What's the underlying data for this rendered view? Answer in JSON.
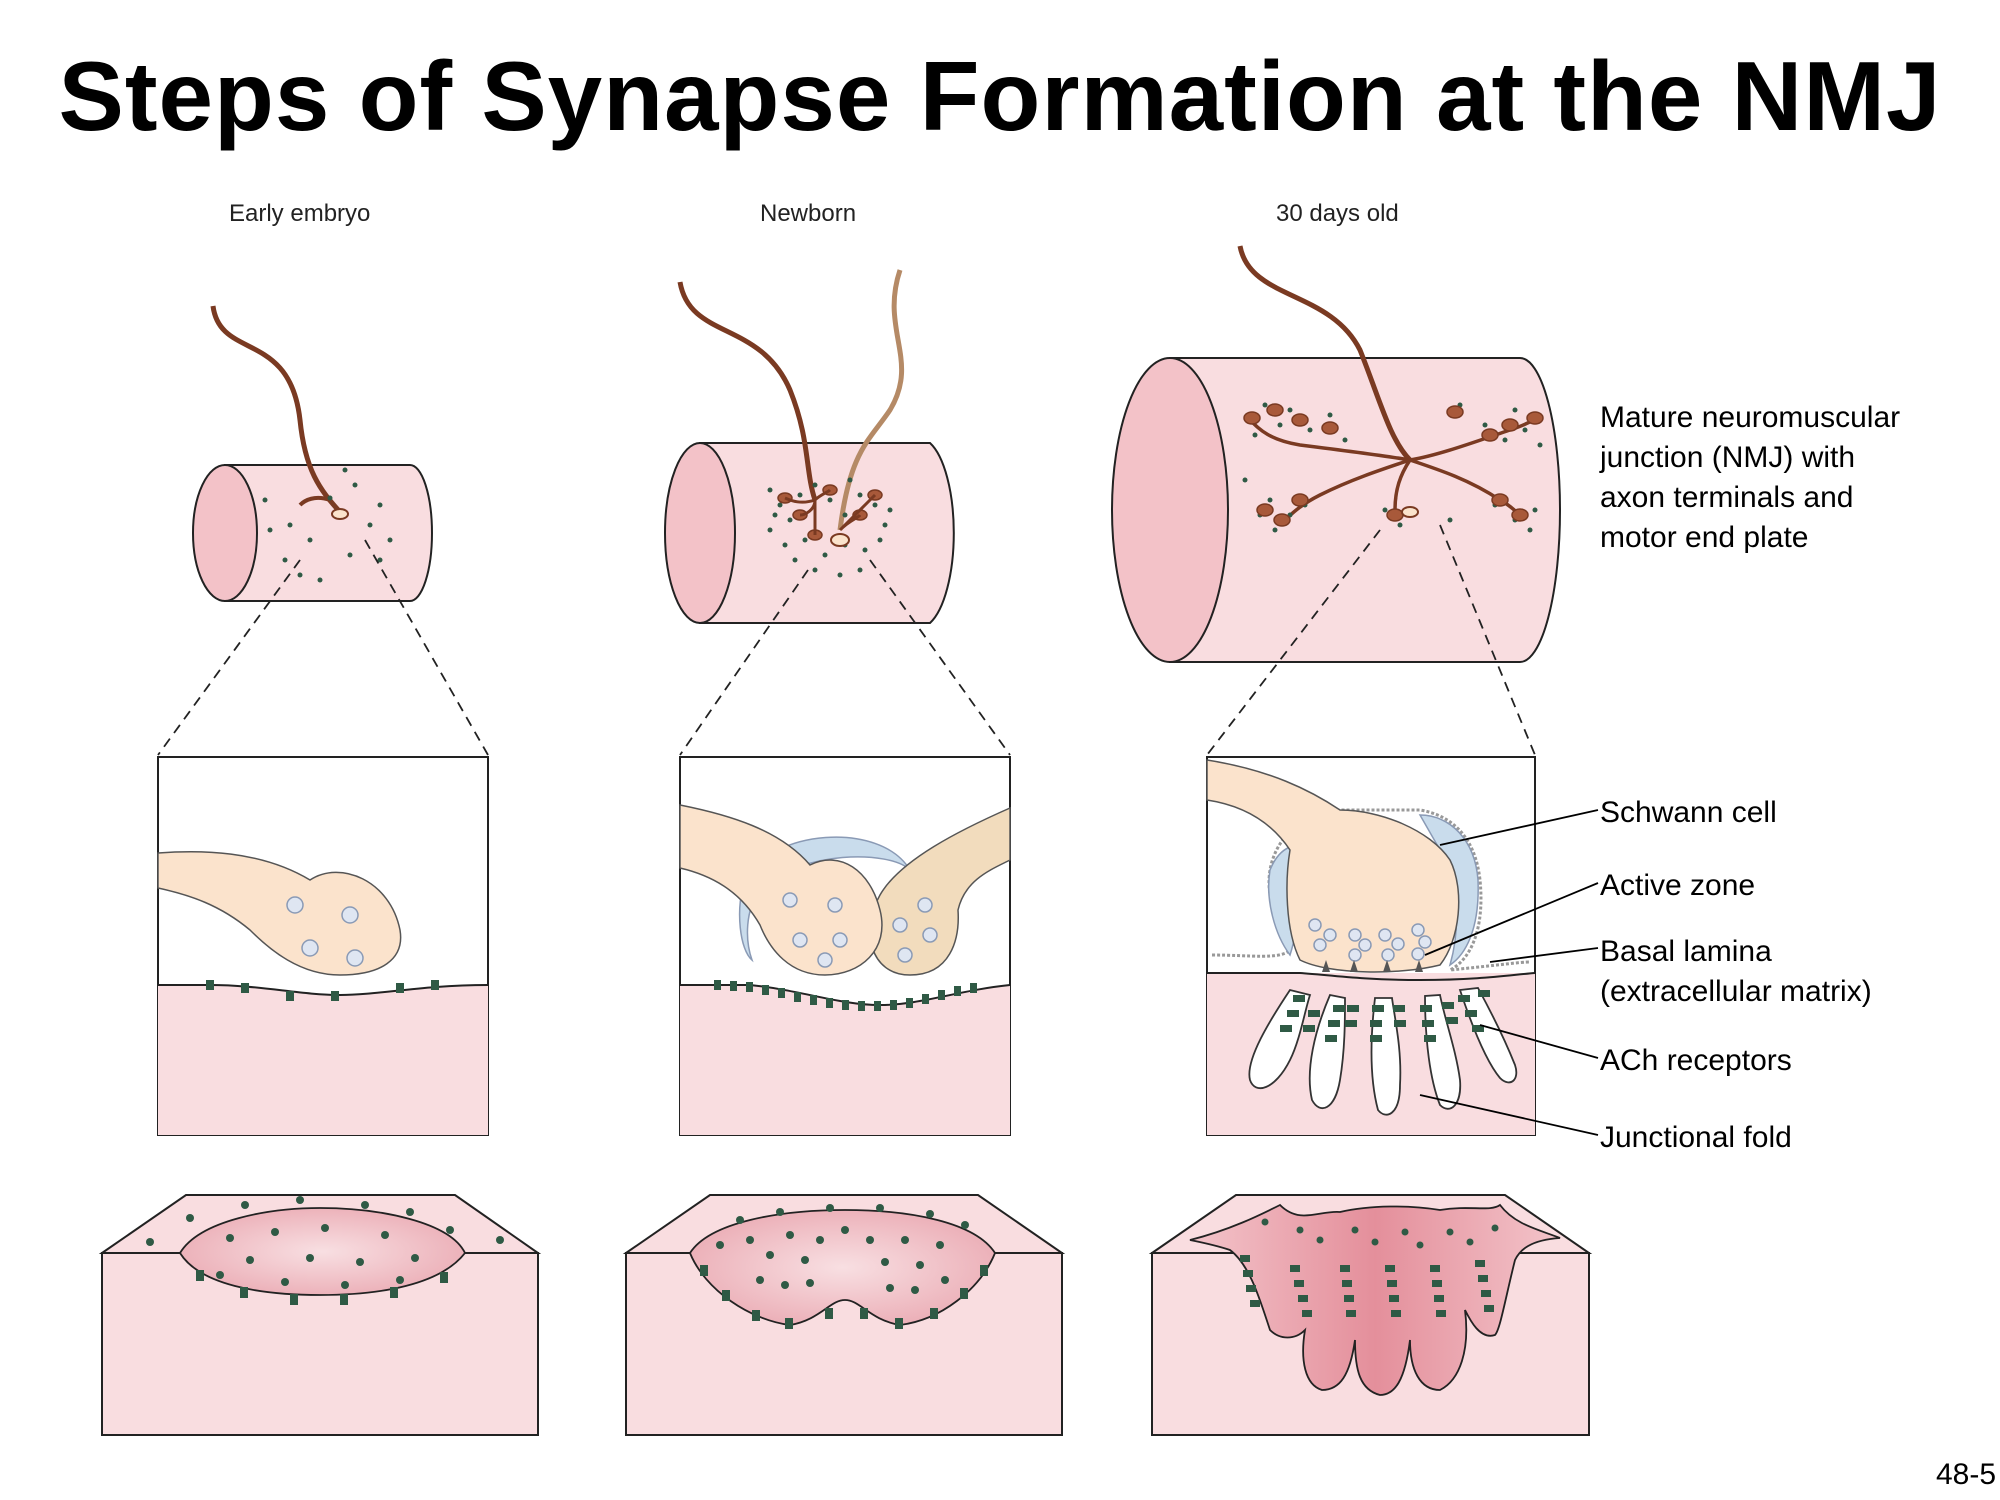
{
  "title": "Steps of Synapse Formation at the NMJ",
  "stages": {
    "early": "Early embryo",
    "newborn": "Newborn",
    "mature": "30 days old"
  },
  "labels": {
    "mature_nmj": "Mature neuromuscular junction (NMJ) with axon terminals and motor end plate",
    "mature_nmj_lines": [
      "Mature neuromuscular",
      "junction (NMJ) with",
      "axon terminals and",
      "motor end plate"
    ],
    "schwann": "Schwann cell",
    "active_zone": "Active zone",
    "basal_lamina": "Basal lamina",
    "basal_lamina_sub": "(extracellular matrix)",
    "ach": "ACh receptors",
    "fold": "Junctional fold"
  },
  "page_number": "48-5",
  "colors": {
    "muscle": "#f7d6da",
    "muscle_dark": "#f0bcc3",
    "axon": "#7a3a22",
    "axon_light": "#b58a66",
    "terminal": "#fbe3cc",
    "schwann": "#c9dcec",
    "receptor": "#2f5a45"
  }
}
